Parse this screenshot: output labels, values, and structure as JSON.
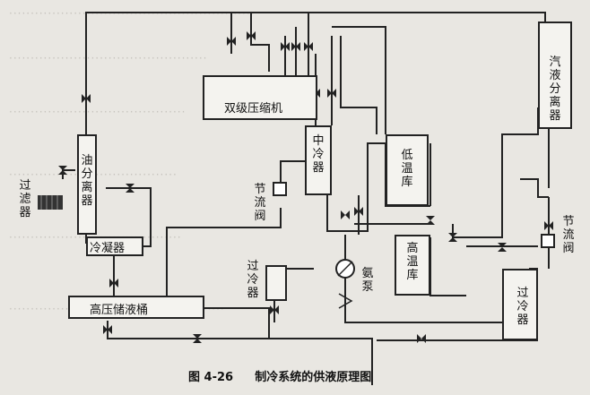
{
  "caption": {
    "figure_no": "图 4-26",
    "title": "制冷系统的供液原理图"
  },
  "components": {
    "filter": "过滤器",
    "oil_separator": "油分离器",
    "condenser": "冷凝器",
    "receiver": "高压储液桶",
    "compressor": "双级压缩机",
    "intercooler": "中冷器",
    "throttle_left": "节流阀",
    "subcooler_mid": "过冷器",
    "ammonia_pump": "氨泵",
    "low_temp_room": "低温库",
    "high_temp_room": "高温库",
    "gas_liquid_separator": "汽液分离器",
    "throttle_right": "节流阀",
    "subcooler_right": "过冷器"
  },
  "colors": {
    "line": "#222222",
    "background": "#e9e7e2"
  }
}
